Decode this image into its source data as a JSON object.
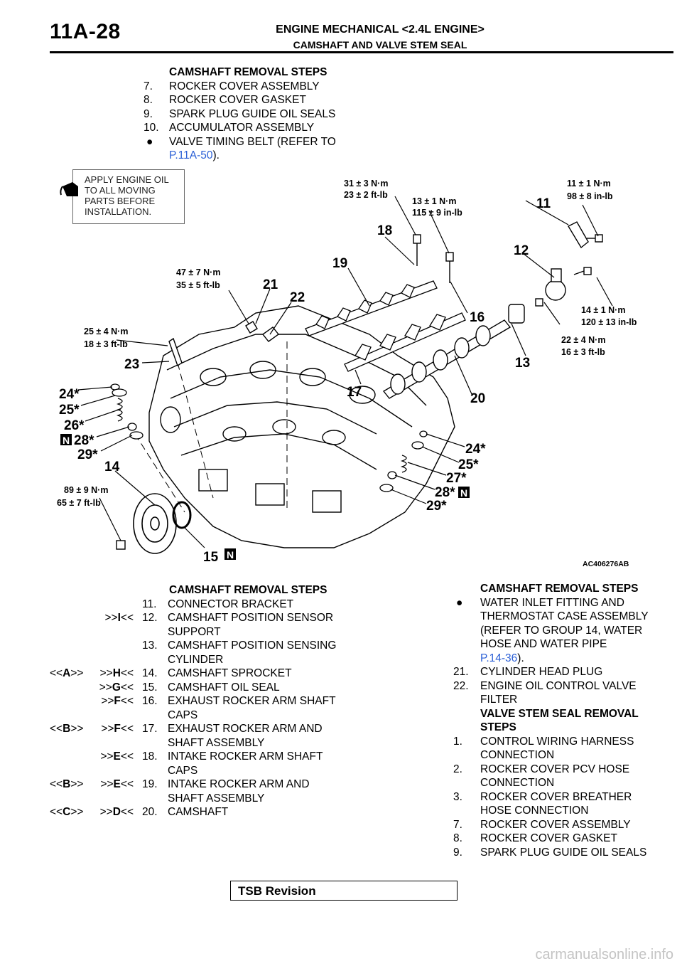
{
  "header": {
    "code": "11A-28",
    "title": "ENGINE MECHANICAL <2.4L ENGINE>",
    "subtitle": "CAMSHAFT AND VALVE STEM SEAL"
  },
  "top_steps": {
    "heading": "CAMSHAFT REMOVAL STEPS",
    "items": [
      {
        "num": "7.",
        "text": "ROCKER COVER ASSEMBLY"
      },
      {
        "num": "8.",
        "text": "ROCKER COVER GASKET"
      },
      {
        "num": "9.",
        "text": "SPARK PLUG GUIDE OIL SEALS"
      },
      {
        "num": "10.",
        "text": "ACCUMULATOR ASSEMBLY"
      }
    ],
    "bullet": {
      "text": "VALVE TIMING BELT (REFER TO",
      "link": "P.11A-50",
      "tail": ")."
    }
  },
  "figure": {
    "callout": "APPLY ENGINE OIL TO ALL MOVING PARTS BEFORE INSTALLATION.",
    "code": "AC406276AB",
    "torques": [
      {
        "line1": "31 ± 3 N·m",
        "line2": "23 ± 2 ft-lb"
      },
      {
        "line1": "13 ± 1 N·m",
        "line2": "115 ± 9 in-lb"
      },
      {
        "line1": "11 ± 1 N·m",
        "line2": "98 ± 8 in-lb"
      },
      {
        "line1": "47 ± 7 N·m",
        "line2": "35 ± 5 ft-lb"
      },
      {
        "line1": "14 ± 1 N·m",
        "line2": "120 ± 13 in-lb"
      },
      {
        "line1": "25 ± 4 N·m",
        "line2": "18 ± 3 ft-lb"
      },
      {
        "line1": "22 ± 4 N·m",
        "line2": "16 ± 3 ft-lb"
      },
      {
        "line1": "89 ± 9 N·m",
        "line2": "65 ± 7 ft-lb"
      }
    ],
    "part_labels": [
      "18",
      "11",
      "12",
      "19",
      "21",
      "22",
      "16",
      "13",
      "23",
      "17",
      "20",
      "24*",
      "25*",
      "26*",
      "28*",
      "29*",
      "14",
      "24*",
      "25*",
      "27*",
      "28*",
      "29*",
      "15"
    ],
    "n_badge": "N"
  },
  "left_steps": {
    "heading": "CAMSHAFT REMOVAL STEPS",
    "rows": [
      {
        "r1": "",
        "r2": "",
        "num": "11.",
        "text": " CONNECTOR BRACKET",
        "cont": ""
      },
      {
        "r1": "",
        "r2": ">>I<<",
        "num": "12.",
        "text": "CAMSHAFT POSITION SENSOR",
        "cont": "SUPPORT"
      },
      {
        "r1": "",
        "r2": "",
        "num": "13.",
        "text": "CAMSHAFT POSITION SENSING",
        "cont": "CYLINDER"
      },
      {
        "r1": "<<A>>",
        "r2": ">>H<<",
        "num": "14.",
        "text": "CAMSHAFT SPROCKET",
        "cont": ""
      },
      {
        "r1": "",
        "r2": ">>G<<",
        "num": "15.",
        "text": "CAMSHAFT OIL SEAL",
        "cont": ""
      },
      {
        "r1": "",
        "r2": ">>F<<",
        "num": "16.",
        "text": "EXHAUST ROCKER ARM SHAFT",
        "cont": "CAPS"
      },
      {
        "r1": "<<B>>",
        "r2": ">>F<<",
        "num": "17.",
        "text": "EXHAUST ROCKER ARM AND",
        "cont": "SHAFT ASSEMBLY"
      },
      {
        "r1": "",
        "r2": ">>E<<",
        "num": "18.",
        "text": "INTAKE ROCKER ARM SHAFT",
        "cont": "CAPS"
      },
      {
        "r1": "<<B>>",
        "r2": ">>E<<",
        "num": "19.",
        "text": "INTAKE ROCKER ARM AND",
        "cont": "SHAFT ASSEMBLY"
      },
      {
        "r1": "<<C>>",
        "r2": ">>D<<",
        "num": "20.",
        "text": "CAMSHAFT",
        "cont": ""
      }
    ]
  },
  "right_steps": {
    "heading": "CAMSHAFT REMOVAL STEPS",
    "bullet": {
      "lines": [
        "WATER INLET FITTING AND",
        "THERMOSTAT CASE ASSEMBLY",
        "(REFER TO GROUP 14, WATER",
        "HOSE AND WATER PIPE"
      ],
      "link": "P.14-36",
      "tail": ")."
    },
    "items_a": [
      {
        "num": "21.",
        "text": "CYLINDER HEAD PLUG",
        "cont": ""
      },
      {
        "num": "22.",
        "text": "ENGINE OIL CONTROL VALVE",
        "cont": "FILTER"
      }
    ],
    "heading2_l1": "VALVE STEM SEAL REMOVAL",
    "heading2_l2": "STEPS",
    "items_b": [
      {
        "num": "1.",
        "text": "CONTROL WIRING HARNESS",
        "cont": "CONNECTION"
      },
      {
        "num": "2.",
        "text": "ROCKER COVER PCV HOSE",
        "cont": "CONNECTION"
      },
      {
        "num": "3.",
        "text": "ROCKER COVER BREATHER",
        "cont": "HOSE CONNECTION"
      },
      {
        "num": "7.",
        "text": "ROCKER COVER ASSEMBLY",
        "cont": ""
      },
      {
        "num": "8.",
        "text": "ROCKER COVER GASKET",
        "cont": ""
      },
      {
        "num": "9.",
        "text": "SPARK PLUG GUIDE OIL SEALS",
        "cont": ""
      }
    ]
  },
  "footer": {
    "tsb": "TSB Revision",
    "watermark": "carmanualsonline.info"
  }
}
